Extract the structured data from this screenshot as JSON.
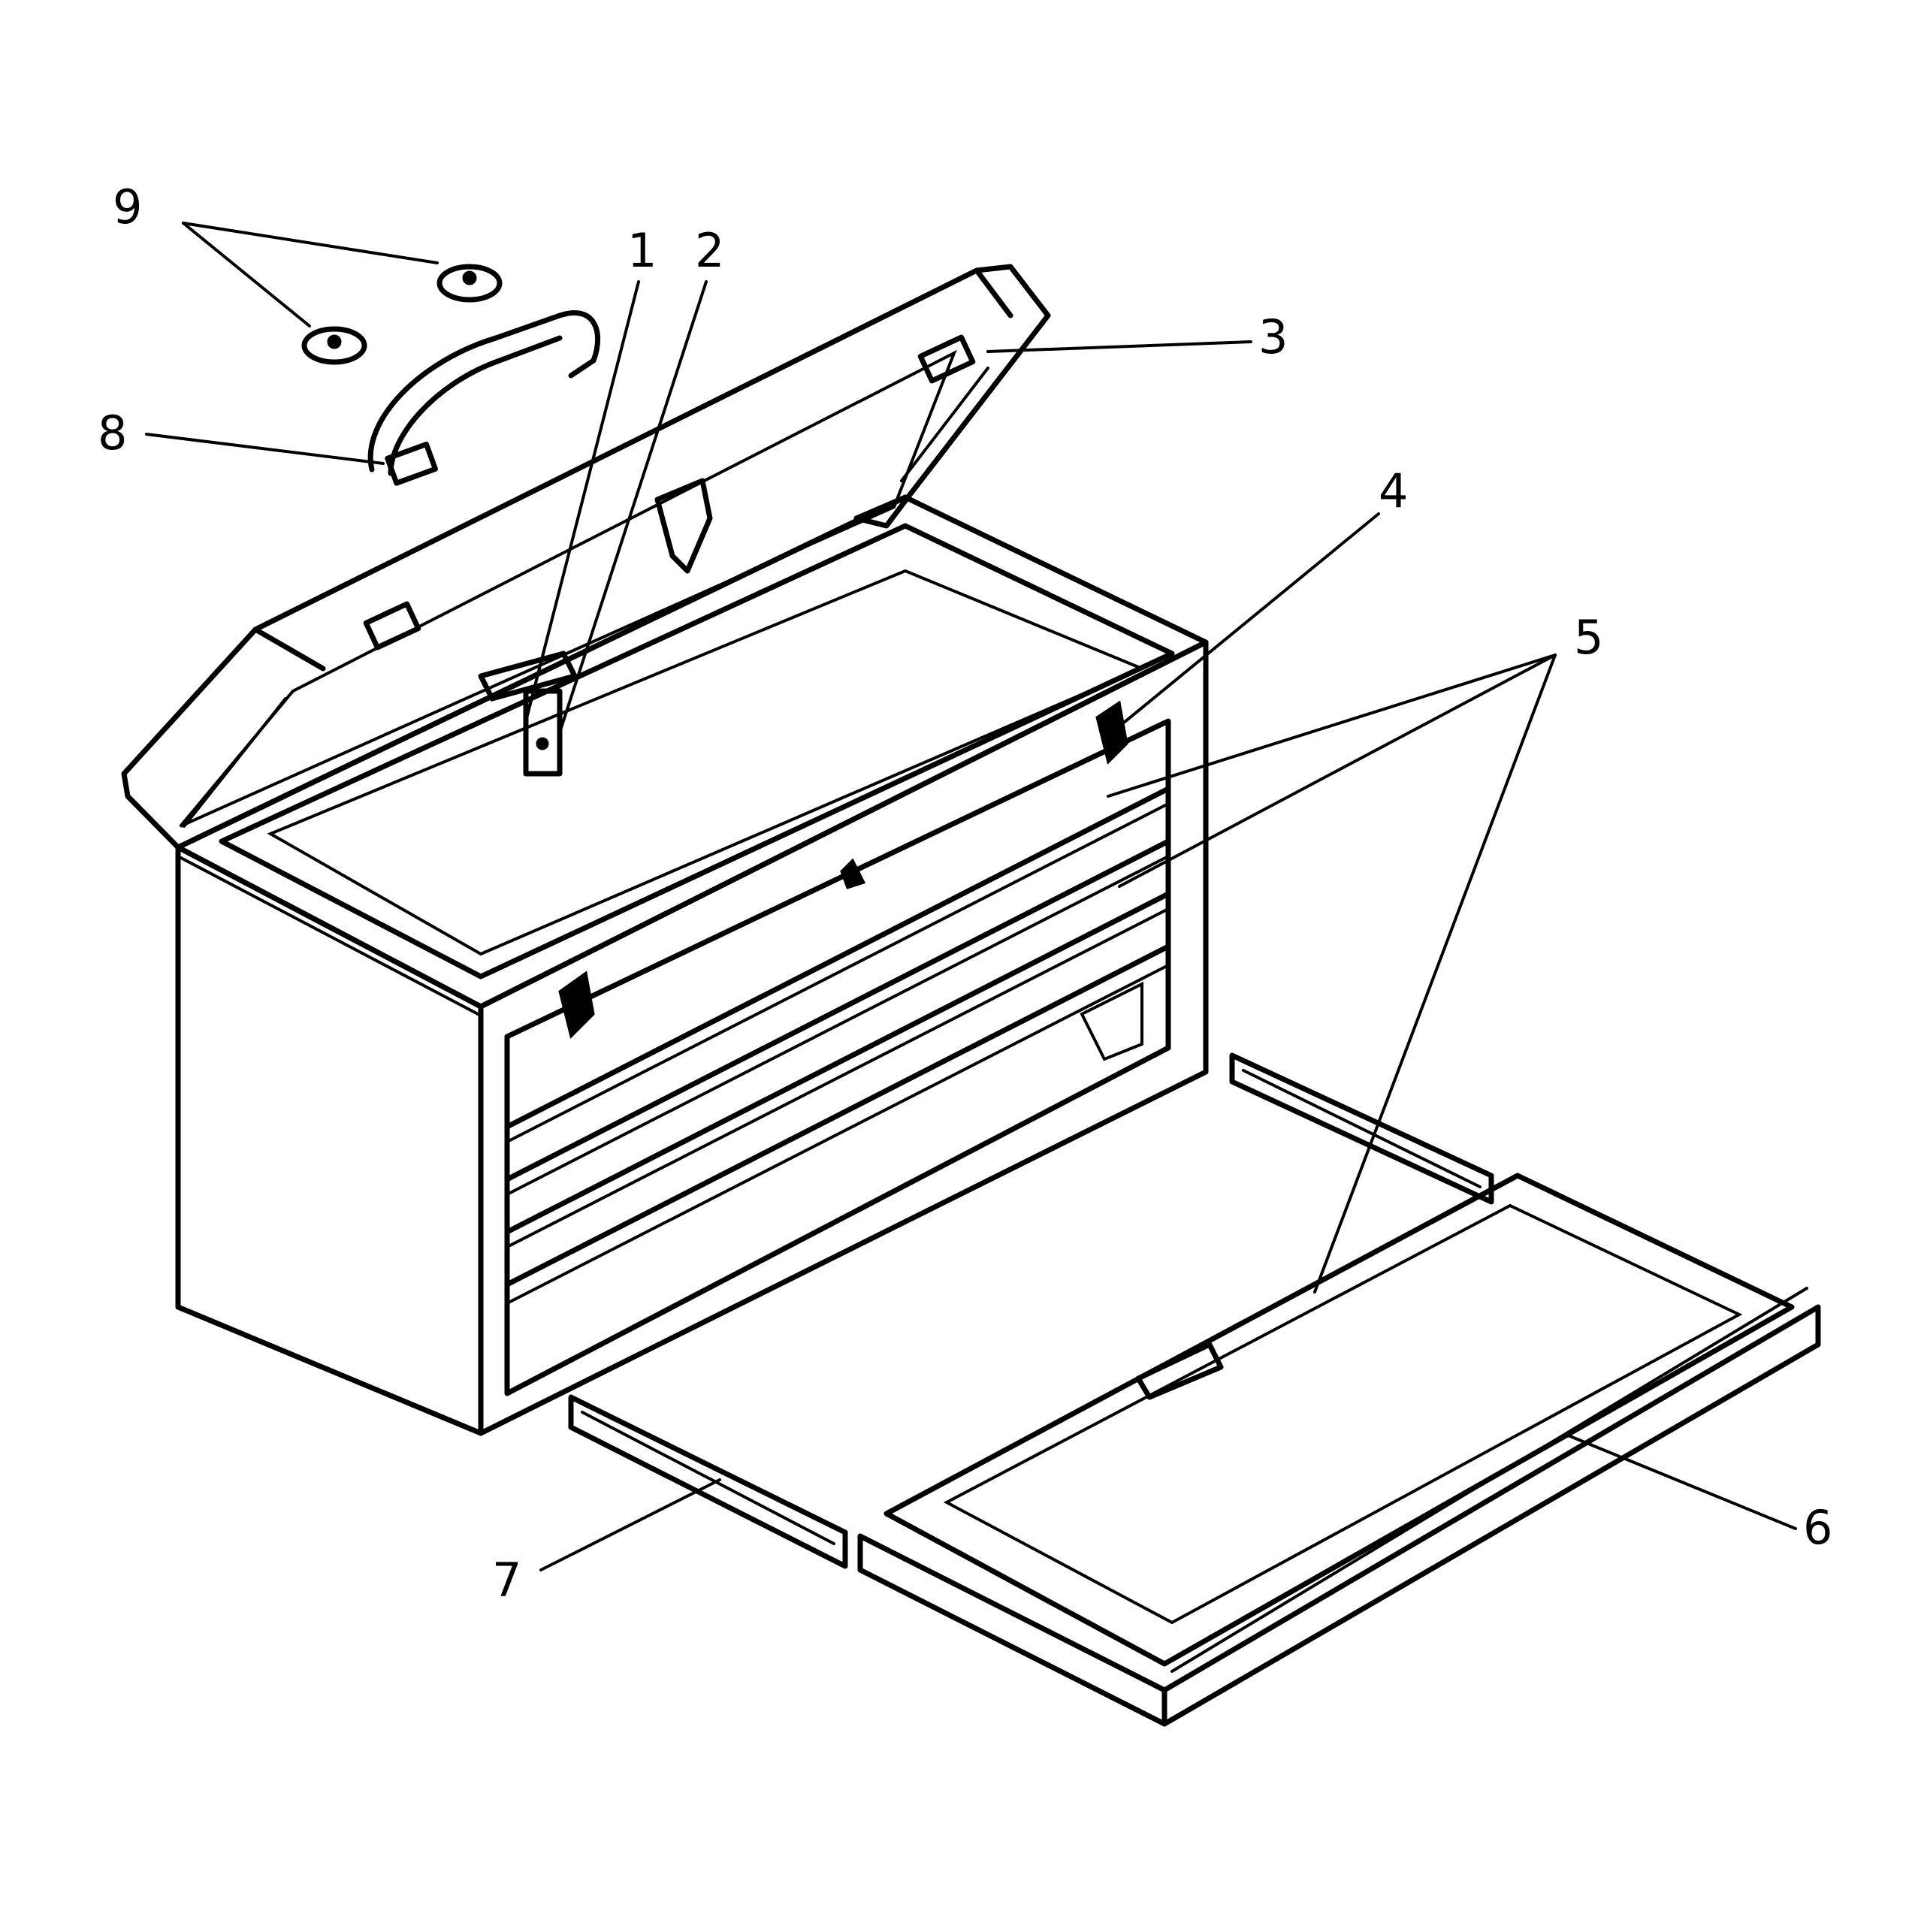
{
  "callouts": [
    "1",
    "2",
    "3",
    "4",
    "5",
    "6",
    "7",
    "8",
    "9"
  ]
}
